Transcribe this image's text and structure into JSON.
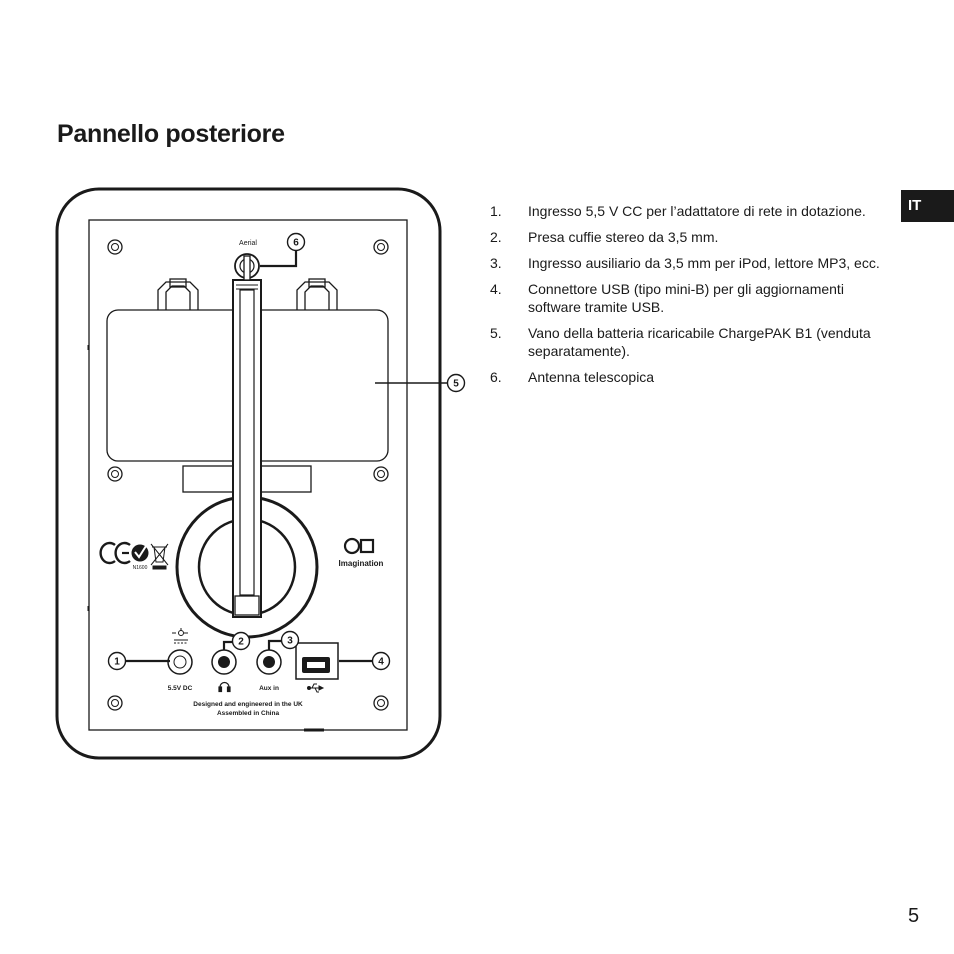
{
  "page": {
    "title": "Pannello posteriore",
    "language_tab": "IT",
    "page_number": "5"
  },
  "legend": [
    {
      "num": "1.",
      "text": "Ingresso 5,5 V CC per l’adattatore di rete in dotazione."
    },
    {
      "num": "2.",
      "text": "Presa cuffie stereo da 3,5 mm."
    },
    {
      "num": "3.",
      "text": "Ingresso ausiliario da 3,5 mm per iPod, lettore MP3, ecc."
    },
    {
      "num": "4.",
      "text": "Connettore USB (tipo mini-B) per gli aggiornamenti software tramite USB."
    },
    {
      "num": "5.",
      "text": "Vano della batteria ricaricabile ChargePAK B1 (venduta separatamente)."
    },
    {
      "num": "6.",
      "text": "Antenna telescopica"
    }
  ],
  "diagram": {
    "callouts": [
      "1",
      "2",
      "3",
      "4",
      "5",
      "6"
    ],
    "aerial_label": "Aerial",
    "dc_label": "5.5V DC",
    "aux_label": "Aux in",
    "footer_line1": "Designed and engineered in the UK",
    "footer_line2": "Assembled in China",
    "cert_code": "N1600",
    "brand": "Imagination",
    "icons": [
      "ce-mark-icon",
      "c-tick-icon",
      "weee-bin-icon",
      "headphones-icon",
      "usb-icon",
      "dc-polarity-icon"
    ]
  }
}
